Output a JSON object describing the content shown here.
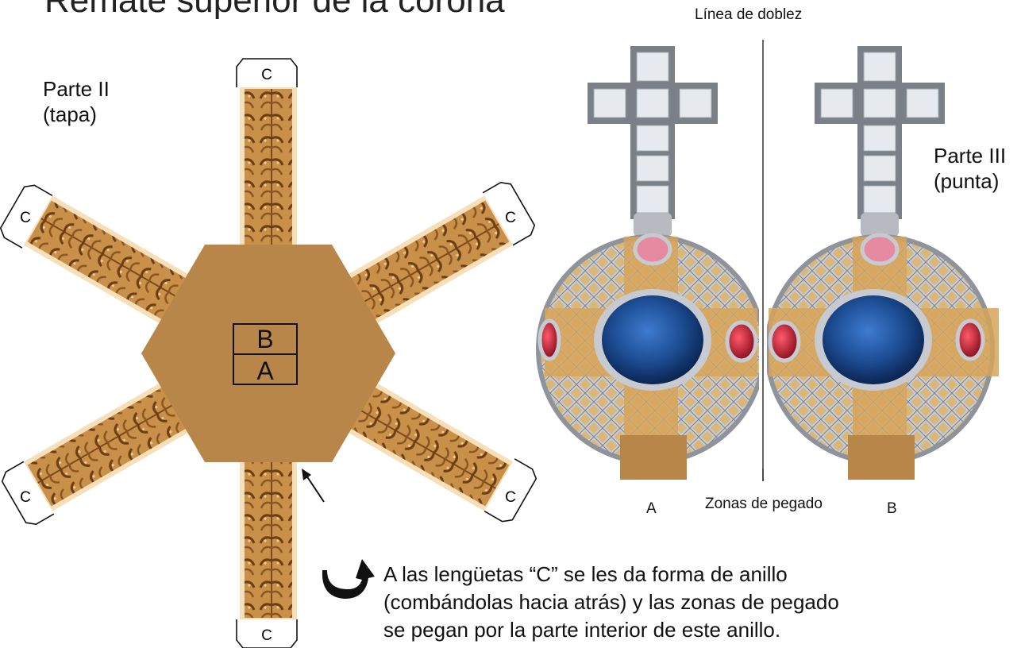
{
  "title": "Remate superior de la corona",
  "part2": {
    "line1": "Parte II",
    "line2": "(tapa)"
  },
  "part3": {
    "line1": "Parte III",
    "line2": "(punta)"
  },
  "fold_label": "Línea de doblez",
  "tab_letter": "C",
  "center_box": {
    "top": "B",
    "bottom": "A"
  },
  "glue": {
    "left": "A",
    "middle": "Zonas de pegado",
    "right": "B"
  },
  "instruction": {
    "line1": "A las lengüetas “C” se les da forma de anillo",
    "line2": "(combándolas hacia atrás) y las zonas de pegado",
    "line3": "se pegan por la parte interior de este anillo."
  },
  "colors": {
    "hexagon": "#b98649",
    "glue_zone": "#b98649",
    "gold_strip": "#c9904a",
    "sapphire": "#1e4f97",
    "ruby": "#c8203a",
    "pink_gem": "#e58aa0",
    "diamond": "#e6e9ee",
    "metal": "#9ea2aa"
  },
  "icons": [
    "curved-arrow-icon",
    "pointer-arrow-icon"
  ]
}
